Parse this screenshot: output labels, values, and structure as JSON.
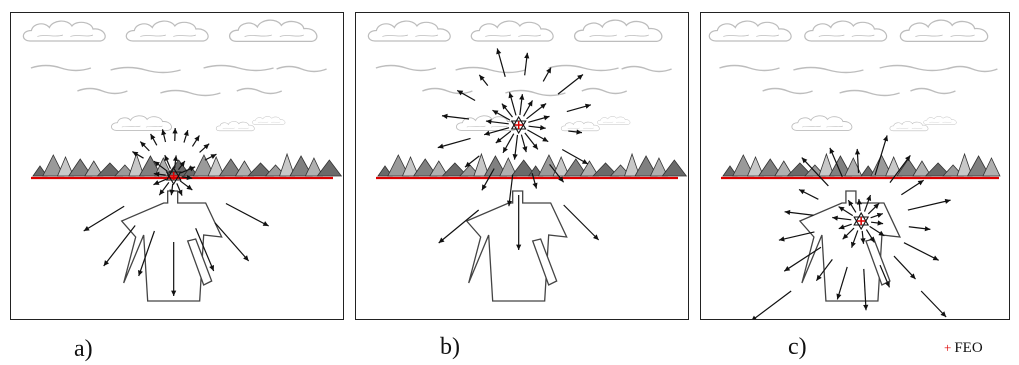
{
  "panels": [
    {
      "id": "a",
      "label": "a)",
      "focus": "horizon"
    },
    {
      "id": "b",
      "label": "b)",
      "focus": "sky"
    },
    {
      "id": "c",
      "label": "c)",
      "focus": "ground"
    }
  ],
  "legend": {
    "marker": "+",
    "text": "FEO",
    "color": "#dd0000"
  },
  "colors": {
    "horizon": "#dd0000",
    "outline": "#333333",
    "arrow": "#111111",
    "cloud": "#bdbdbd"
  }
}
